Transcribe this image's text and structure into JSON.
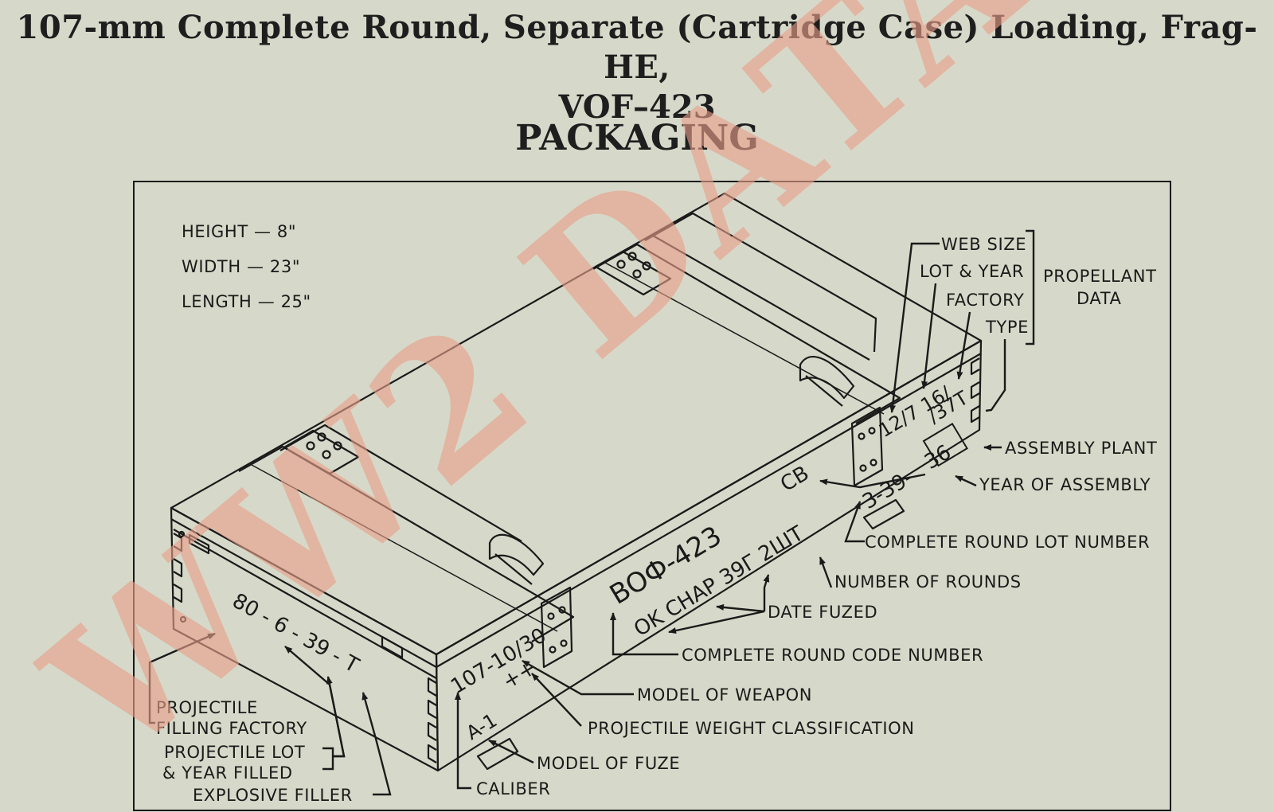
{
  "header": {
    "title": "107-mm Complete Round, Separate (Cartridge Case) Loading, Frag-HE,",
    "subtitle": "VOF–423",
    "section": "PACKAGING"
  },
  "dimensions": {
    "height": "HEIGHT — 8\"",
    "width": "WIDTH — 23\"",
    "length": "LENGTH — 25\""
  },
  "box_markings": {
    "projectile_code": "80 - 6 - 39 - T",
    "caliber_weapon": "107-10/30",
    "weight_class": "++",
    "fuze": "A-1",
    "round_code": "BOФ-423",
    "fuze_line": "OK CHAP 39Г 2ШТ",
    "lot_line": "3-39-",
    "assembly_year": "36",
    "plant": "CB",
    "propellant_line1": "12/7  16/",
    "propellant_line2": "/37T"
  },
  "callouts": {
    "web_size": "WEB SIZE",
    "lot_year": "LOT & YEAR",
    "factory": "FACTORY",
    "type": "TYPE",
    "propellant_data_1": "PROPELLANT",
    "propellant_data_2": "DATA",
    "assembly_plant": "ASSEMBLY PLANT",
    "year_of_assembly": "YEAR OF ASSEMBLY",
    "complete_round_lot": "COMPLETE ROUND LOT NUMBER",
    "number_of_rounds": "NUMBER OF ROUNDS",
    "date_fuzed": "DATE FUZED",
    "complete_round_code": "COMPLETE ROUND CODE NUMBER",
    "model_of_weapon": "MODEL OF WEAPON",
    "projectile_weight": "PROJECTILE WEIGHT CLASSIFICATION",
    "model_of_fuze": "MODEL OF FUZE",
    "caliber": "CALIBER",
    "filling_factory_1": "PROJECTILE",
    "filling_factory_2": "FILLING FACTORY",
    "lot_filled_1": "PROJECTILE LOT",
    "lot_filled_2": "& YEAR FILLED",
    "explosive_filler": "EXPLOSIVE FILLER"
  },
  "watermark": {
    "text": "WW2 DATA",
    "color": "#e8a08a"
  },
  "colors": {
    "background": "#d6d9c9",
    "ink": "#1a1a1a"
  }
}
